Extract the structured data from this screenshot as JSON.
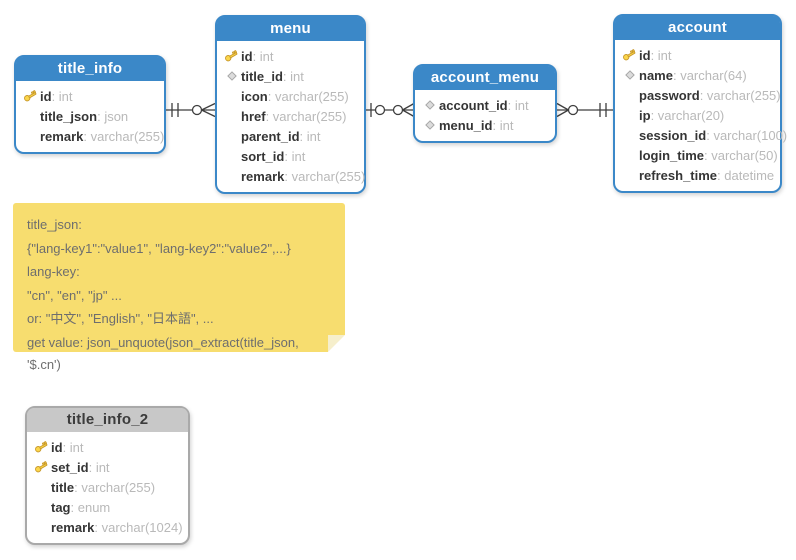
{
  "colors": {
    "table_accent_blue": "#3B88C8",
    "table_accent_gray": "#A9A9A9",
    "gray_header_bg": "#C8C8C8",
    "note_bg": "#F7DD6F",
    "field_name_color": "#353535",
    "field_type_color": "#B9B9B9"
  },
  "tables": {
    "title_info": {
      "title": "title_info",
      "fields": [
        {
          "icon": "key",
          "name": "id",
          "type": "int"
        },
        {
          "icon": "",
          "name": "title_json",
          "type": "json"
        },
        {
          "icon": "",
          "name": "remark",
          "type": "varchar(255)"
        }
      ]
    },
    "menu": {
      "title": "menu",
      "fields": [
        {
          "icon": "key",
          "name": "id",
          "type": "int"
        },
        {
          "icon": "diamond",
          "name": "title_id",
          "type": "int"
        },
        {
          "icon": "",
          "name": "icon",
          "type": "varchar(255)"
        },
        {
          "icon": "",
          "name": "href",
          "type": "varchar(255)"
        },
        {
          "icon": "",
          "name": "parent_id",
          "type": "int"
        },
        {
          "icon": "",
          "name": "sort_id",
          "type": "int"
        },
        {
          "icon": "",
          "name": "remark",
          "type": "varchar(255)"
        }
      ]
    },
    "account_menu": {
      "title": "account_menu",
      "fields": [
        {
          "icon": "diamond",
          "name": "account_id",
          "type": "int"
        },
        {
          "icon": "diamond",
          "name": "menu_id",
          "type": "int"
        }
      ]
    },
    "account": {
      "title": "account",
      "fields": [
        {
          "icon": "key",
          "name": "id",
          "type": "int"
        },
        {
          "icon": "diamond",
          "name": "name",
          "type": "varchar(64)"
        },
        {
          "icon": "",
          "name": "password",
          "type": "varchar(255)"
        },
        {
          "icon": "",
          "name": "ip",
          "type": "varchar(20)"
        },
        {
          "icon": "",
          "name": "session_id",
          "type": "varchar(100)"
        },
        {
          "icon": "",
          "name": "login_time",
          "type": "varchar(50)"
        },
        {
          "icon": "",
          "name": "refresh_time",
          "type": "datetime"
        }
      ]
    },
    "title_info_2": {
      "title": "title_info_2",
      "fields": [
        {
          "icon": "key",
          "name": "id",
          "type": "int"
        },
        {
          "icon": "key",
          "name": "set_id",
          "type": "int"
        },
        {
          "icon": "",
          "name": "title",
          "type": "varchar(255)"
        },
        {
          "icon": "",
          "name": "tag",
          "type": "enum"
        },
        {
          "icon": "",
          "name": "remark",
          "type": "varchar(1024)"
        }
      ]
    }
  },
  "note": {
    "lines": [
      "title_json:",
      "{\"lang-key1\":\"value1\", \"lang-key2\":\"value2\",...}",
      "lang-key:",
      "\"cn\", \"en\", \"jp\" ...",
      "or: \"中文\", \"English\", \"日本語\", ...",
      "get value: json_unquote(json_extract(title_json, '$.cn')"
    ]
  },
  "connectors": [
    {
      "from": "title_info",
      "to": "menu",
      "from_end": "one-and-only-one (||)",
      "to_end": "zero-or-many (o<)"
    },
    {
      "from": "menu",
      "to": "account_menu",
      "from_end": "zero-or-one (|o)",
      "to_end": "zero-or-many (o<)"
    },
    {
      "from": "account_menu",
      "to": "account",
      "from_end": "zero-or-many (>o)",
      "to_end": "one-and-only-one (||)"
    }
  ]
}
